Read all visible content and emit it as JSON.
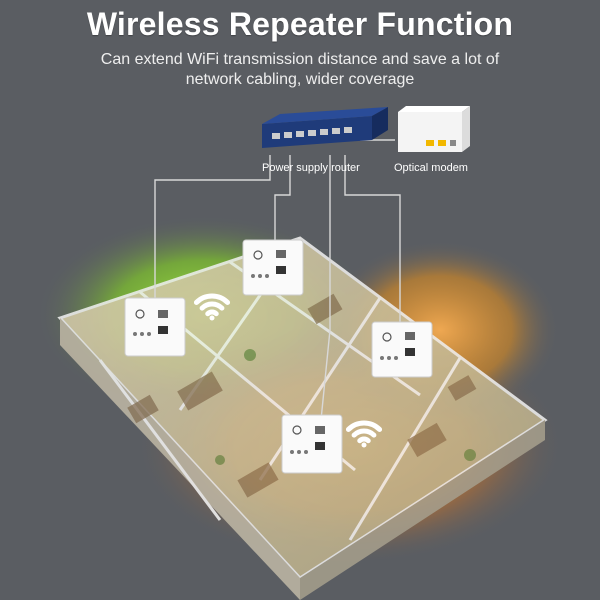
{
  "header": {
    "title": "Wireless Repeater Function",
    "subtitle": "Can extend WiFi transmission distance and save a lot of network cabling, wider coverage"
  },
  "devices": {
    "router_label": "Power supply router",
    "modem_label": "Optical modem"
  },
  "colors": {
    "background": "#5a5d62",
    "green_glow": "#8fe03a",
    "orange_glow": "#ff8a1e",
    "router_blue": "#1f3b7a"
  },
  "icons": {
    "wifi_signal": "wifi-icon",
    "wall_repeater": "wall-socket-icon"
  }
}
